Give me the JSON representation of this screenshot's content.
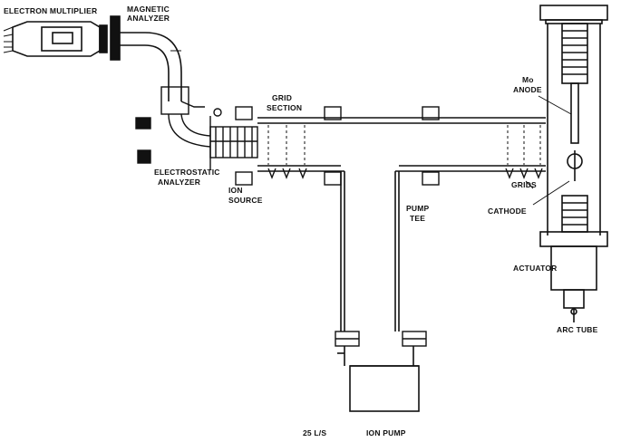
{
  "labels": {
    "electron_multiplier": "ELECTRON MULTIPLIER",
    "magnetic_analyzer_1": "MAGNETIC",
    "magnetic_analyzer_2": "ANALYZER",
    "grid_section_1": "GRID",
    "grid_section_2": "SECTION",
    "electrostatic_analyzer_1": "ELECTROSTATIC",
    "electrostatic_analyzer_2": "ANALYZER",
    "ion_source_1": "ION",
    "ion_source_2": "SOURCE",
    "pump_tee_1": "PUMP",
    "pump_tee_2": "TEE",
    "mo_anode_1": "Mo",
    "mo_anode_2": "ANODE",
    "grids": "GRIDS",
    "cathode": "CATHODE",
    "actuator": "ACTUATOR",
    "arc_tube": "ARC TUBE",
    "pump_speed": "25 L/S",
    "ion_pump": "ION PUMP"
  },
  "colors": {
    "ink": "#111111",
    "background": "#ffffff"
  }
}
